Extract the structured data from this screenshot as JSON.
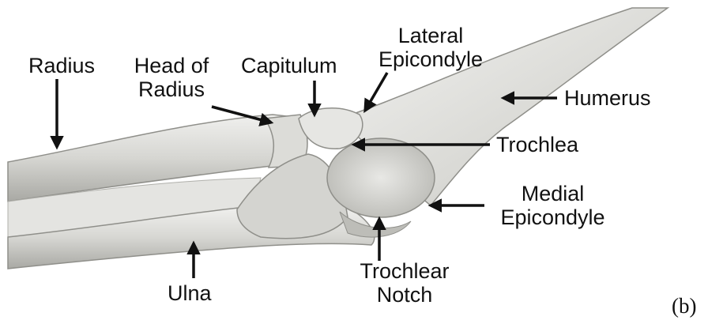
{
  "figure_tag": "(b)",
  "labels": {
    "radius": "Radius",
    "head_of_radius_1": "Head of",
    "head_of_radius_2": "Radius",
    "capitulum": "Capitulum",
    "lateral_epicondyle_1": "Lateral",
    "lateral_epicondyle_2": "Epicondyle",
    "humerus": "Humerus",
    "trochlea": "Trochlea",
    "medial_epicondyle_1": "Medial",
    "medial_epicondyle_2": "Epicondyle",
    "trochlear_notch_1": "Trochlear",
    "trochlear_notch_2": "Notch",
    "ulna": "Ulna"
  },
  "colors": {
    "bone_light": "#ececea",
    "bone_mid": "#cfcfcb",
    "bone_dark": "#8f8f8a",
    "arrow": "#111111"
  }
}
